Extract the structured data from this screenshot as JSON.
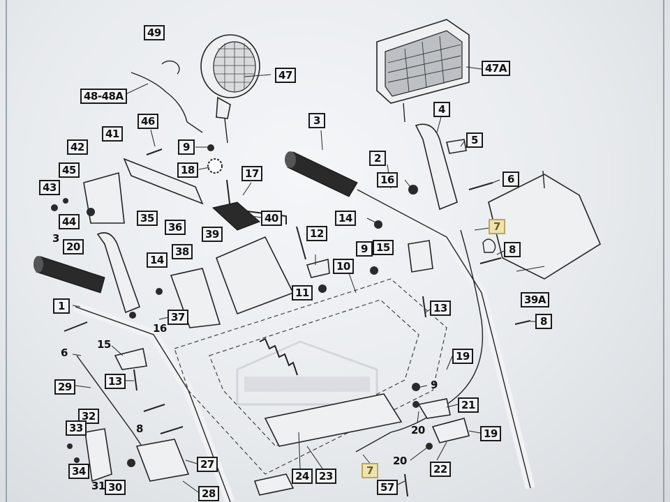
{
  "diagram": {
    "labels": [
      {
        "id": "49",
        "text": "49",
        "pos": "top-left-center"
      },
      {
        "id": "47",
        "text": "47"
      },
      {
        "id": "48-48A",
        "text": "48-48A"
      },
      {
        "id": "47A",
        "text": "47A"
      },
      {
        "id": "46",
        "text": "46"
      },
      {
        "id": "41",
        "text": "41"
      },
      {
        "id": "42",
        "text": "42"
      },
      {
        "id": "45",
        "text": "45"
      },
      {
        "id": "43",
        "text": "43"
      },
      {
        "id": "44",
        "text": "44"
      },
      {
        "id": "9a",
        "text": "9"
      },
      {
        "id": "18",
        "text": "18"
      },
      {
        "id": "3a",
        "text": "3"
      },
      {
        "id": "2",
        "text": "2"
      },
      {
        "id": "4",
        "text": "4"
      },
      {
        "id": "5",
        "text": "5"
      },
      {
        "id": "6a",
        "text": "6"
      },
      {
        "id": "16a",
        "text": "16"
      },
      {
        "id": "17",
        "text": "17"
      },
      {
        "id": "40",
        "text": "40"
      },
      {
        "id": "35",
        "text": "35"
      },
      {
        "id": "36",
        "text": "36"
      },
      {
        "id": "3b",
        "text": "3"
      },
      {
        "id": "20a",
        "text": "20"
      },
      {
        "id": "39",
        "text": "39"
      },
      {
        "id": "12",
        "text": "12"
      },
      {
        "id": "14a",
        "text": "14"
      },
      {
        "id": "7a",
        "text": "7",
        "highlight": true
      },
      {
        "id": "8a",
        "text": "8"
      },
      {
        "id": "9b",
        "text": "9"
      },
      {
        "id": "15a",
        "text": "15"
      },
      {
        "id": "14b",
        "text": "14"
      },
      {
        "id": "38",
        "text": "38"
      },
      {
        "id": "10",
        "text": "10"
      },
      {
        "id": "11",
        "text": "11"
      },
      {
        "id": "39A",
        "text": "39A"
      },
      {
        "id": "13a",
        "text": "13"
      },
      {
        "id": "1",
        "text": "1"
      },
      {
        "id": "37",
        "text": "37"
      },
      {
        "id": "16b",
        "text": "16"
      },
      {
        "id": "8b",
        "text": "8"
      },
      {
        "id": "6b",
        "text": "6"
      },
      {
        "id": "15b",
        "text": "15"
      },
      {
        "id": "19a",
        "text": "19"
      },
      {
        "id": "13b",
        "text": "13"
      },
      {
        "id": "29",
        "text": "29"
      },
      {
        "id": "9c",
        "text": "9"
      },
      {
        "id": "21",
        "text": "21"
      },
      {
        "id": "32",
        "text": "32"
      },
      {
        "id": "33",
        "text": "33"
      },
      {
        "id": "8c",
        "text": "8"
      },
      {
        "id": "20b",
        "text": "20"
      },
      {
        "id": "19b",
        "text": "19"
      },
      {
        "id": "27",
        "text": "27"
      },
      {
        "id": "34",
        "text": "34"
      },
      {
        "id": "20c",
        "text": "20"
      },
      {
        "id": "22",
        "text": "22"
      },
      {
        "id": "31",
        "text": "31"
      },
      {
        "id": "30",
        "text": "30"
      },
      {
        "id": "28",
        "text": "28"
      },
      {
        "id": "24",
        "text": "24"
      },
      {
        "id": "23",
        "text": "23"
      },
      {
        "id": "7b",
        "text": "7",
        "highlight": true
      },
      {
        "id": "57",
        "text": "57"
      }
    ]
  },
  "colors": {
    "background": "#eceff2",
    "line": "#222222",
    "highlight": "#efe4b0"
  }
}
